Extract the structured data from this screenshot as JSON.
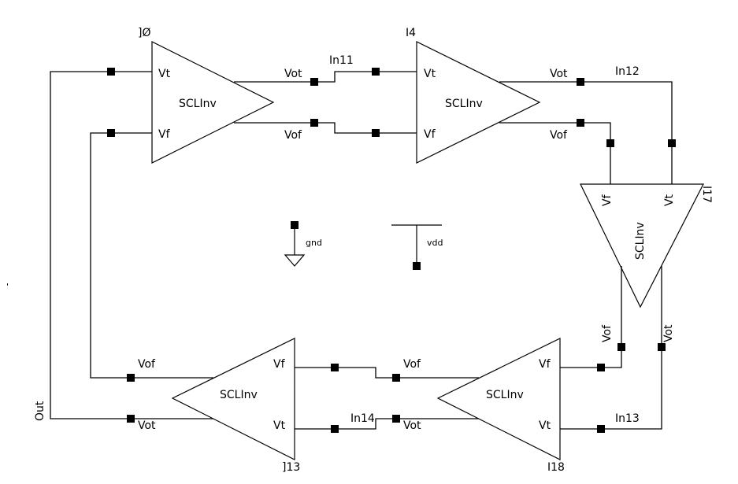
{
  "diagram": {
    "type": "schematic",
    "description": "Ring oscillator of five SCL differential inverters",
    "cell_name": "SCLInv",
    "instances": [
      {
        "id": "I0",
        "label": "]Ø",
        "cell": "SCLInv",
        "pins": {
          "in_t": "Vt",
          "in_f": "Vf",
          "out_t": "Vot",
          "out_f": "Vof"
        }
      },
      {
        "id": "I4",
        "label": "I4",
        "cell": "SCLInv",
        "pins": {
          "in_t": "Vt",
          "in_f": "Vf",
          "out_t": "Vot",
          "out_f": "Vof"
        }
      },
      {
        "id": "I17",
        "label": "I17",
        "cell": "SCLInv",
        "pins": {
          "in_t": "Vt",
          "in_f": "Vf",
          "out_t": "Vot",
          "out_f": "Vof"
        }
      },
      {
        "id": "I18",
        "label": "I18",
        "cell": "SCLInv",
        "pins": {
          "in_t": "Vt",
          "in_f": "Vf",
          "out_t": "Vot",
          "out_f": "Vof"
        }
      },
      {
        "id": "I13",
        "label": "]13",
        "cell": "SCLInv",
        "pins": {
          "in_t": "Vt",
          "in_f": "Vf",
          "out_t": "Vot",
          "out_f": "Vof"
        }
      }
    ],
    "nets": [
      {
        "name": "In11",
        "from": "I0.Vot",
        "to": "I4.Vt"
      },
      {
        "name": "",
        "from": "I0.Vof",
        "to": "I4.Vf"
      },
      {
        "name": "In12",
        "from": "I4.Vot",
        "to": "I17.Vt"
      },
      {
        "name": "",
        "from": "I4.Vof",
        "to": "I17.Vf"
      },
      {
        "name": "In13",
        "from": "I17.Vot",
        "to": "I18.Vt"
      },
      {
        "name": "",
        "from": "I17.Vof",
        "to": "I18.Vf"
      },
      {
        "name": "In14",
        "from": "I18.Vot",
        "to": "I13.Vt"
      },
      {
        "name": "",
        "from": "I18.Vof",
        "to": "I13.Vf"
      },
      {
        "name": "Out",
        "from": "I13.Vot",
        "to": "I0.Vt"
      },
      {
        "name": "",
        "from": "I13.Vof",
        "to": "I0.Vf"
      }
    ],
    "net_labels": {
      "in11": "In11",
      "in12": "In12",
      "in13": "In13",
      "in14": "In14",
      "out": "Out"
    },
    "supplies": {
      "gnd": "gnd",
      "vdd": "vdd"
    },
    "stray_mark": "'"
  }
}
